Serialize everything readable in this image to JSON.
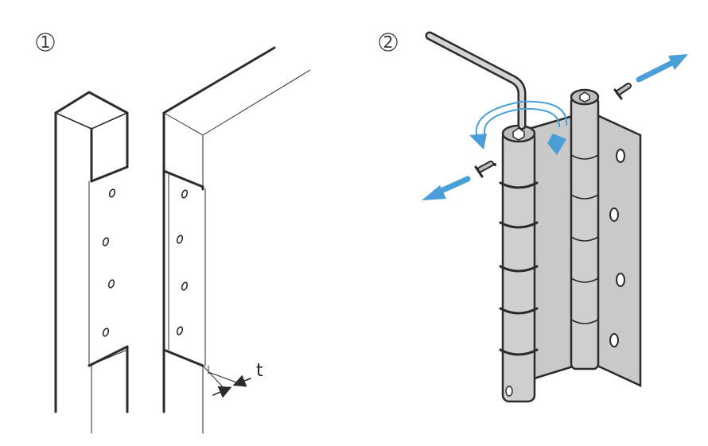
{
  "steps": [
    {
      "number": "1",
      "symbol": "①"
    },
    {
      "number": "2",
      "symbol": "②"
    }
  ],
  "dimension_label": "t",
  "colors": {
    "outline": "#2b2b2b",
    "steel": "#c9c9c9",
    "steel_dark": "#a9a9a9",
    "arrow_blue": "#4a9fd8"
  },
  "icons": [
    "allen-key-icon",
    "screw-icon",
    "rotate-arrow-icon",
    "direction-arrow-icon"
  ]
}
